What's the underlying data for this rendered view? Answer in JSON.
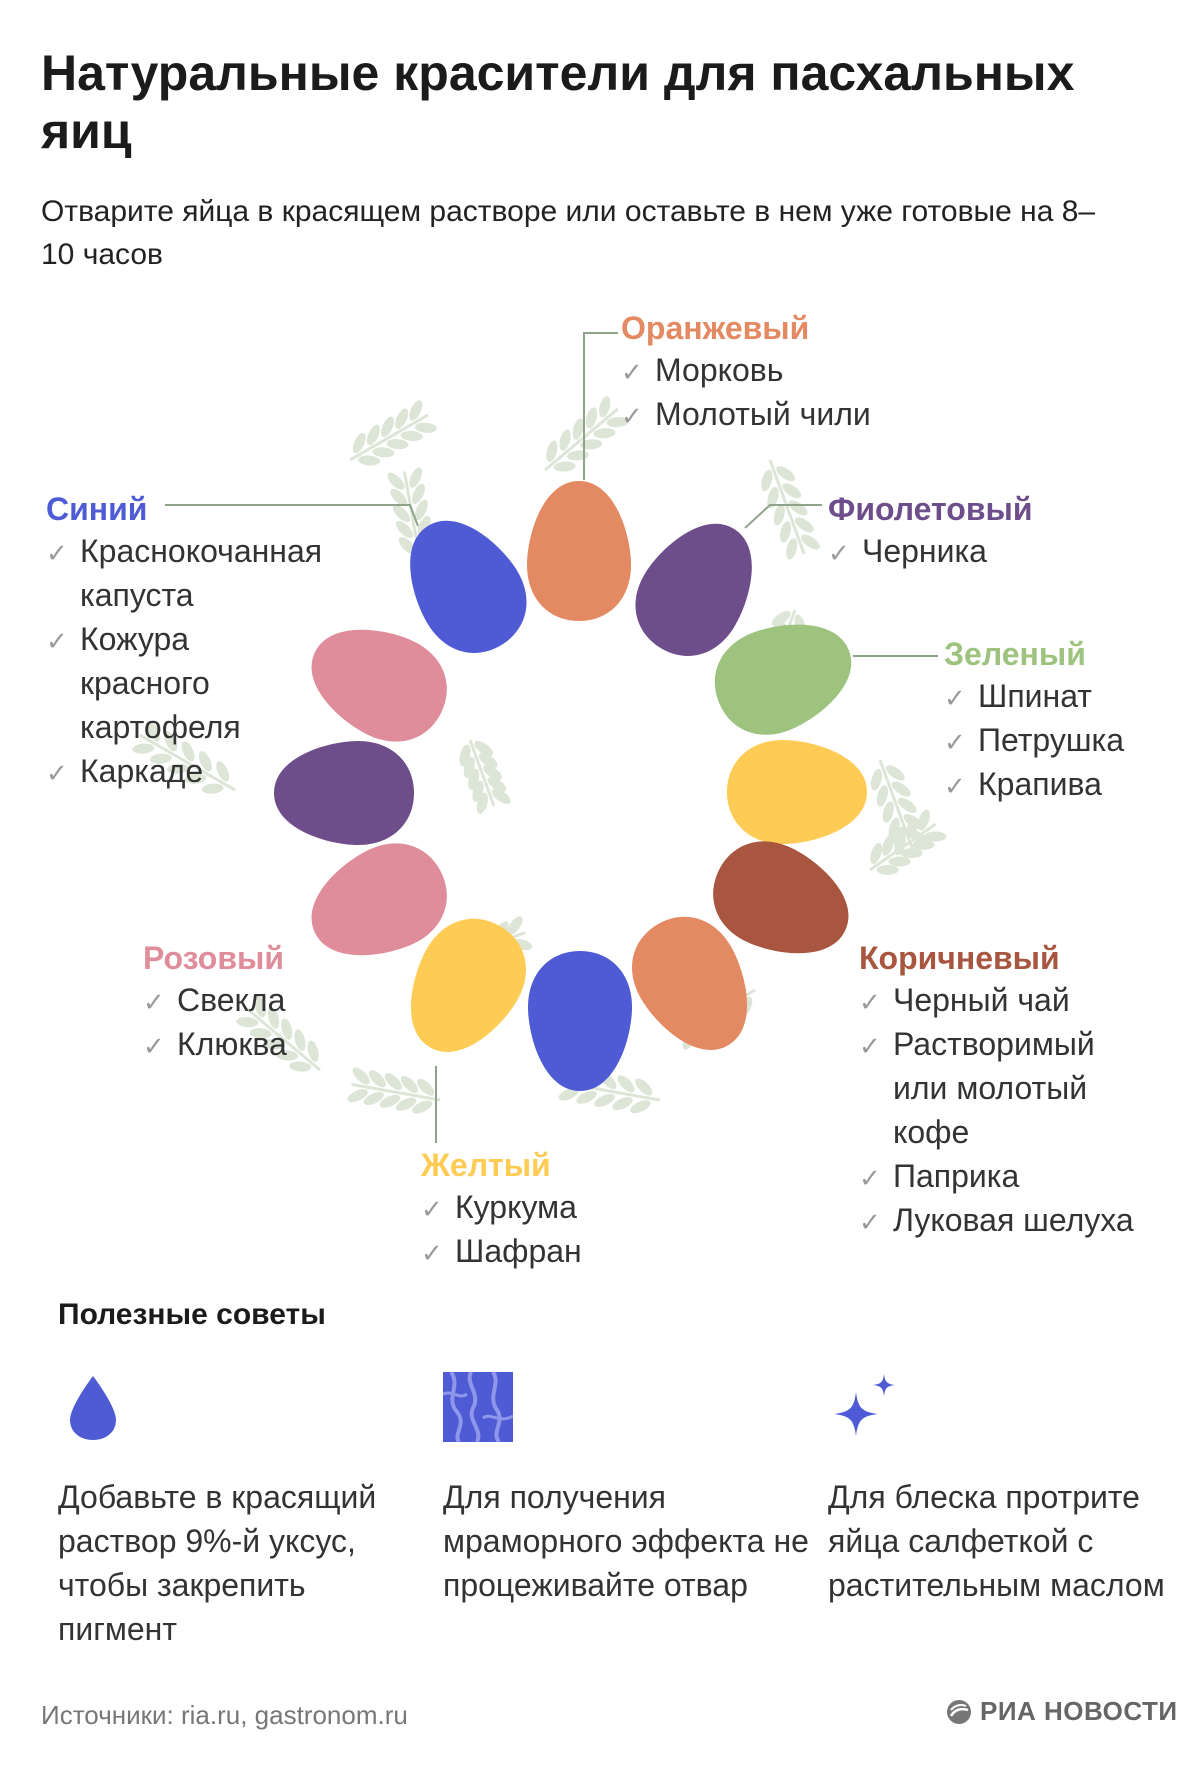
{
  "title": "Натуральные красители для пасхальных яиц",
  "subtitle": "Отварите яйца в красящем растворе или оставьте в нем уже готовые на 8–10 часов",
  "colors": {
    "orange": "#e38a62",
    "violet": "#6e4d8b",
    "green": "#9dc37f",
    "yellow": "#fecc54",
    "brown": "#a8563f",
    "blue": "#4f5bd5",
    "pink": "#e08d9b",
    "leaf": "#dde5d6",
    "line": "#8fa38a"
  },
  "groups": [
    {
      "id": "orange",
      "title": "Оранжевый",
      "color": "#e38a62",
      "items": [
        "Морковь",
        "Молотый чили"
      ]
    },
    {
      "id": "violet",
      "title": "Фиолетовый",
      "color": "#6e4d8b",
      "items": [
        "Черника"
      ]
    },
    {
      "id": "green",
      "title": "Зеленый",
      "color": "#9dc37f",
      "items": [
        "Шпинат",
        "Петрушка",
        "Крапива"
      ]
    },
    {
      "id": "brown",
      "title": "Коричневый",
      "color": "#a8563f",
      "items": [
        "Черный чай",
        "Растворимый или молотый кофе",
        "Паприка",
        "Луковая шелуха"
      ]
    },
    {
      "id": "yellow",
      "title": "Желтый",
      "color": "#fecc54",
      "items": [
        "Куркума",
        "Шафран"
      ]
    },
    {
      "id": "pink",
      "title": "Розовый",
      "color": "#e08d9b",
      "items": [
        "Свекла",
        "Клюква"
      ]
    },
    {
      "id": "blue",
      "title": "Синий",
      "color": "#4f5bd5",
      "items": [
        "Краснокочанная капуста",
        "Кожура красного картофеля",
        "Каркаде"
      ]
    }
  ],
  "tips_title": "Полезные советы",
  "tips": [
    {
      "icon": "drop-icon",
      "text": "Добавьте в красящий раствор 9%-й уксус, чтобы закрепить пигмент"
    },
    {
      "icon": "marble-icon",
      "text": "Для получения мраморного эффекта не процеживайте отвар"
    },
    {
      "icon": "sparkle-icon",
      "text": "Для блеска протрите яйца салфеткой с растительным маслом"
    }
  ],
  "footer": {
    "sources": "Источники: ria.ru, gastronom.ru",
    "logo": "РИА НОВОСТИ"
  }
}
